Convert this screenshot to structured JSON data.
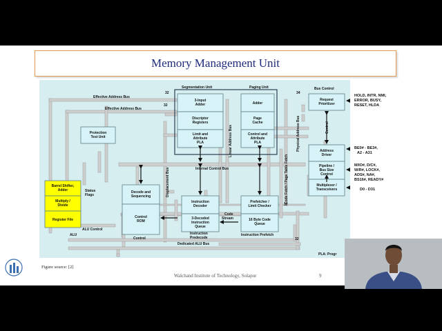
{
  "slide": {
    "title": "Memory Management Unit",
    "figure_source": "Figure source:  [2]",
    "institute": "Walchand Institute of Technology, Solapur",
    "page_number": "9"
  },
  "diagram": {
    "labels": {
      "segmentation_unit": "Segmentation Unit",
      "paging_unit": "Paging Unit",
      "bus_control": "Bus Control",
      "effective_address_bus_1": "Effective Address Bus",
      "effective_address_bus_2": "Effective Address Bus",
      "bus_width_32_a": "32",
      "bus_width_32_b": "32",
      "bus_width_34": "34",
      "bus_width_32_c": "32",
      "bus_width_32_d": "32",
      "three_input_adder_1": "3-Input",
      "three_input_adder_2": "Adder",
      "descriptor_registers_1": "Discriptor",
      "descriptor_registers_2": "Registers",
      "limit_attr_1": "Limit and",
      "limit_attr_2": "Attribute",
      "limit_attr_3": "PLA",
      "adder": "Adder",
      "page_cache_1": "Page",
      "page_cache_2": "Cache",
      "control_attr_1": "Control and",
      "control_attr_2": "Attribute",
      "control_attr_3": "PLA",
      "request_prioritizer_1": "Request",
      "request_prioritizer_2": "Prioritizer",
      "address_driver_1": "Address",
      "address_driver_2": "Driver",
      "pipeline_1": "Pipeline /",
      "pipeline_2": "Bus Size",
      "pipeline_3": "Control",
      "multiplexer_1": "Multiplexer /",
      "multiplexer_2": "Transceivers",
      "protection_test_1": "Protection",
      "protection_test_2": "Test Unit",
      "barrel_shifter_1": "Barrel Shifter,",
      "barrel_shifter_2": "Adder",
      "multiply_divide_1": "Multiply /",
      "multiply_divide_2": "Divide",
      "register_file": "Register File",
      "status_flags_1": "Status",
      "status_flags_2": "Flags",
      "alu_control": "ALU Control",
      "alu": "ALU",
      "decode_seq_1": "Decode and",
      "decode_seq_2": "Sequencing",
      "control_rom_1": "Control",
      "control_rom_2": "ROM",
      "control": "Control",
      "instruction_decoder_1": "Instruction",
      "instruction_decoder_2": "Decoder",
      "decoded_queue_1": "3-Decoded",
      "decoded_queue_2": "Instruction",
      "decoded_queue_3": "Queue",
      "instruction_predecode_1": "Instruction",
      "instruction_predecode_2": "Predecode",
      "code_stream_1": "Code",
      "code_stream_2": "Stream",
      "prefetcher_1": "Prefetcher /",
      "prefetcher_2": "Limit Checker",
      "code_queue_1": "16 Byte Code",
      "code_queue_2": "Queue",
      "instruction_prefetch": "Instruction Prefetch",
      "internal_control_bus": "Internal Control Bus",
      "dedicated_alu_bus": "Dedicated ALU Bus",
      "displacement_bus": "Displacement Bus",
      "linear_address_bus": "Linear Address Bus",
      "physical_address_bus": "Physical Address Bus",
      "code_fetch_bus": "Code Fetch / Page Table Fetch",
      "control_vertical": "Control",
      "pla_note": "PLA: Progr",
      "sig_hold_1": "HOLD, INTR, NMI,",
      "sig_hold_2": "ERROR, BUSY,",
      "sig_hold_3": "RESET, HLDA",
      "sig_be_1": "BE0# - BE3#,",
      "sig_be_2": "A2 - A31",
      "sig_mio_1": "M/IO#, D/C#,",
      "sig_mio_2": "W/R#, LOCK#,",
      "sig_mio_3": "ADS#, NA#,",
      "sig_mio_4": "BS16#, READY#",
      "sig_data": "D0 - D31"
    }
  },
  "colors": {
    "title_text": "#1f2a7a",
    "title_border": "#e39a55",
    "diagram_background": "#d6eef0",
    "block_fill": "#d7f3f7",
    "alu_fill": "#ffff00"
  }
}
